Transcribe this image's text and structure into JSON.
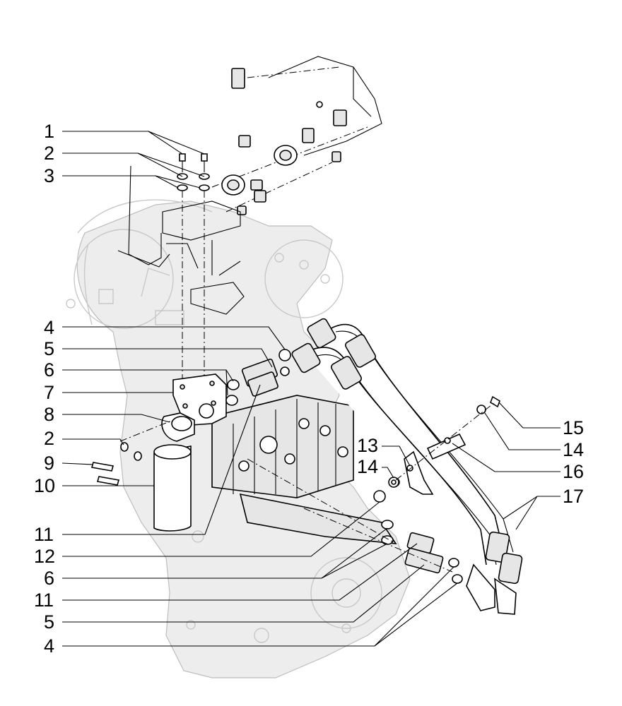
{
  "callouts": {
    "left": [
      {
        "text": "1"
      },
      {
        "text": "2"
      },
      {
        "text": "3"
      },
      {
        "text": "4"
      },
      {
        "text": "5"
      },
      {
        "text": "6"
      },
      {
        "text": "7"
      },
      {
        "text": "8"
      },
      {
        "text": "2"
      },
      {
        "text": "9"
      },
      {
        "text": "10"
      },
      {
        "text": "11"
      },
      {
        "text": "12"
      },
      {
        "text": "6"
      },
      {
        "text": "11"
      },
      {
        "text": "5"
      },
      {
        "text": "4"
      }
    ],
    "right": [
      {
        "text": "13"
      },
      {
        "text": "14"
      },
      {
        "text": "15"
      },
      {
        "text": "14"
      },
      {
        "text": "16"
      },
      {
        "text": "17"
      }
    ]
  },
  "colors": {
    "line": "#000000",
    "ghost": "#c8c8c8",
    "background": "#ffffff"
  }
}
